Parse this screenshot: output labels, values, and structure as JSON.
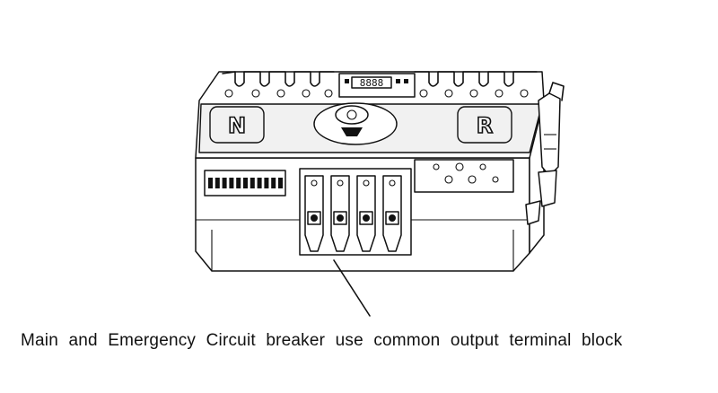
{
  "diagram": {
    "caption": "Main and Emergency Circuit breaker use common output terminal block",
    "left_badge": "N",
    "right_badge": "R",
    "display_readout": "8888"
  }
}
